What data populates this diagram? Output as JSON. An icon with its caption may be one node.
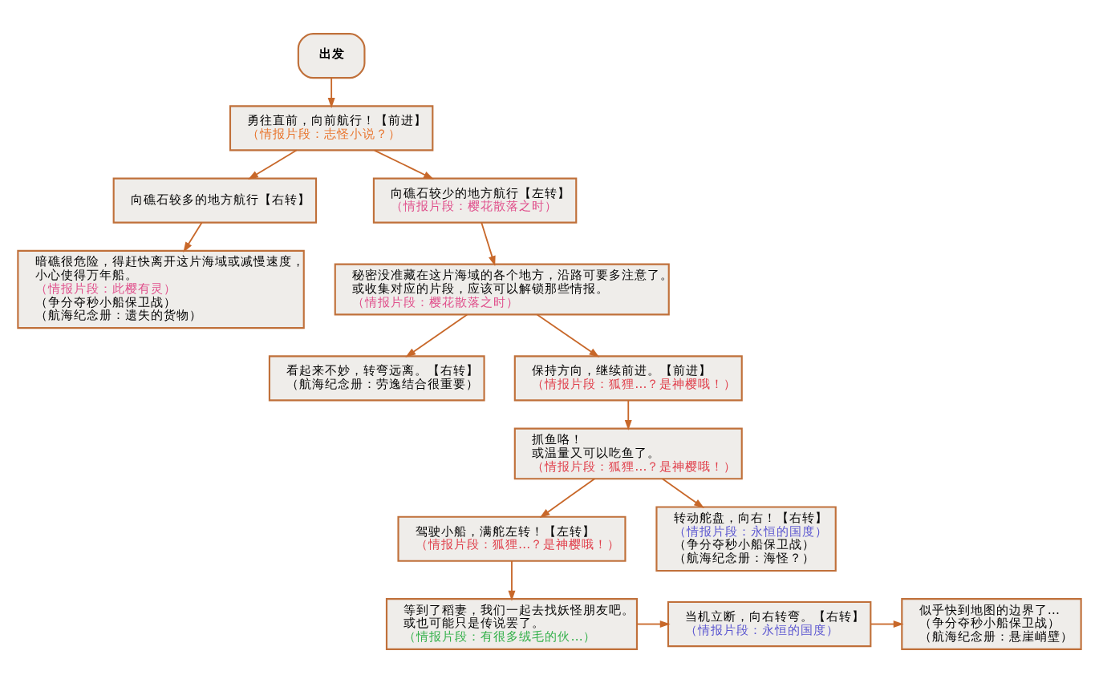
{
  "diagram": {
    "nodes": [
      {
        "text": [
          "出发"
        ]
      },
      {
        "text": [
          "勇往直前，向前航行！【前进】",
          "（情报片段：志怪小说？）"
        ]
      },
      {
        "text": [
          "向礁石较多的地方航行【右转】"
        ]
      },
      {
        "text": [
          "向礁石较少的地方航行【左转】",
          "（情报片段：樱花散落之时）"
        ]
      },
      {
        "text": [
          "暗礁很危险，得赶快离开这片海域或减慢速度，小心使得万年船。",
          "（情报片段：此樱有灵）",
          "（争分夺秒小船保卫战）",
          "（航海纪念册：遗失的货物）"
        ]
      },
      {
        "text": [
          "秘密没准藏在这片海域的各个地方，沿路可要多注意了。",
          "或收集对应的片段，应该可以解锁那些情报。",
          "（情报片段：樱花散落之时）"
        ]
      },
      {
        "text": [
          "看起来不妙，转弯远离。【右转】",
          "（航海纪念册：劳逸结合很重要）"
        ]
      },
      {
        "text": [
          "保持方向，继续前进。【前进】",
          "（情报片段：狐狸…？是神樱哦！）"
        ]
      },
      {
        "text": [
          "抓鱼咯！",
          "或温量又可以吃鱼了。",
          "（情报片段：狐狸…？是神樱哦！）"
        ]
      },
      {
        "text": [
          "驾驶小船，满舵左转！【左转】",
          "（情报片段：狐狸…？是神樱哦！）"
        ]
      },
      {
        "text": [
          "转动舵盘，向右！【右转】",
          "（情报片段：永恒的国度）",
          "（争分夺秒小船保卫战）",
          "（航海纪念册：海怪？）"
        ]
      },
      {
        "text": [
          "等到了稻妻，我们一起去找妖怪朋友吧。",
          "或也可能只是传说罢了。",
          "（情报片段：有很多绒毛的伙…）"
        ]
      },
      {
        "text": [
          "当机立断，向右转弯。【右转】",
          "（情报片段：永恒的国度）"
        ]
      },
      {
        "text": [
          "似乎快到地图的边界了…",
          "（争分夺秒小船保卫战）",
          "（航海纪念册：悬崖峭壁）"
        ]
      }
    ],
    "edges": [
      {
        "from": 0,
        "to": 1,
        "arrow": "to"
      },
      {
        "from": 1,
        "to": 2,
        "arrow": "to"
      },
      {
        "from": 1,
        "to": 3,
        "arrow": "to"
      },
      {
        "from": 2,
        "to": 4,
        "arrow": "to"
      },
      {
        "from": 3,
        "to": 5,
        "arrow": "to"
      },
      {
        "from": 5,
        "to": 6,
        "arrow": "to"
      },
      {
        "from": 5,
        "to": 7,
        "arrow": "to"
      },
      {
        "from": 7,
        "to": 8,
        "arrow": "to"
      },
      {
        "from": 8,
        "to": 9,
        "arrow": "to"
      },
      {
        "from": 8,
        "to": 10,
        "arrow": "to"
      },
      {
        "from": 9,
        "to": 11,
        "arrow": "to"
      },
      {
        "from": 11,
        "to": 12,
        "arrow": "to"
      },
      {
        "from": 12,
        "to": 13,
        "arrow": "to"
      }
    ]
  }
}
